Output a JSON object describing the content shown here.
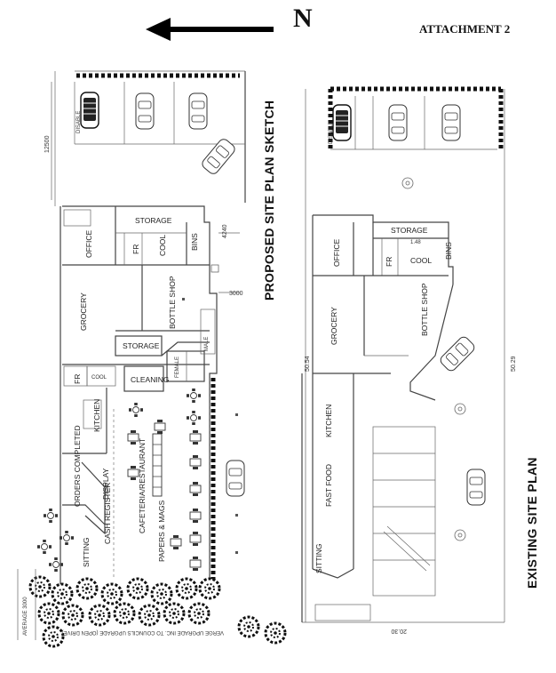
{
  "header": {
    "north": "N",
    "attachment": "ATTACHMENT 2"
  },
  "proposed": {
    "title": "PROPOSED SITE PLAN SKETCH",
    "rooms": {
      "office": "OFFICE",
      "storage_top": "STORAGE",
      "fr": "FR",
      "cool": "COOL",
      "bins": "BINS",
      "grocery": "GROCERY",
      "bottle_shop": "BOTTLE SHOP",
      "storage_mid": "STORAGE",
      "fr2": "FR",
      "cool2": "COOL",
      "cleaning": "CLEANING",
      "kitchen": "KITCHEN",
      "orders_completed": "ORDERS COMPLETED",
      "display": "DISPLAY",
      "cash_register": "CASH REGISTER",
      "sitting": "SITTING",
      "cafeteria": "CAFETERIA/RESTAURANT",
      "papers_mags": "PAPERS & MAGS",
      "disable": "DISABLE",
      "male": "MALE",
      "female": "FEMALE"
    },
    "dims": {
      "d12500": "12500",
      "d4240": "4240",
      "d3000": "3000",
      "average": "AVERAGE 3000"
    },
    "verge_note": "VERGE UPGRADE INC. TO COUNCILS UPGRADE (OPEN DRIVE)"
  },
  "existing": {
    "title": "EXISTING SITE PLAN",
    "rooms": {
      "office": "OFFICE",
      "storage": "STORAGE",
      "fr": "FR",
      "cool": "COOL",
      "bins": "BINS",
      "grocery": "GROCERY",
      "bottle_shop": "BOTTLE SHOP",
      "kitchen": "KITCHEN",
      "fast_food": "FAST FOOD",
      "sitting": "SITTING",
      "disable": "DISABLE"
    },
    "dims": {
      "d1_48": "1.48",
      "d50_54": "50.54",
      "d50_29": "50.29",
      "d20_30": "20.30"
    }
  }
}
